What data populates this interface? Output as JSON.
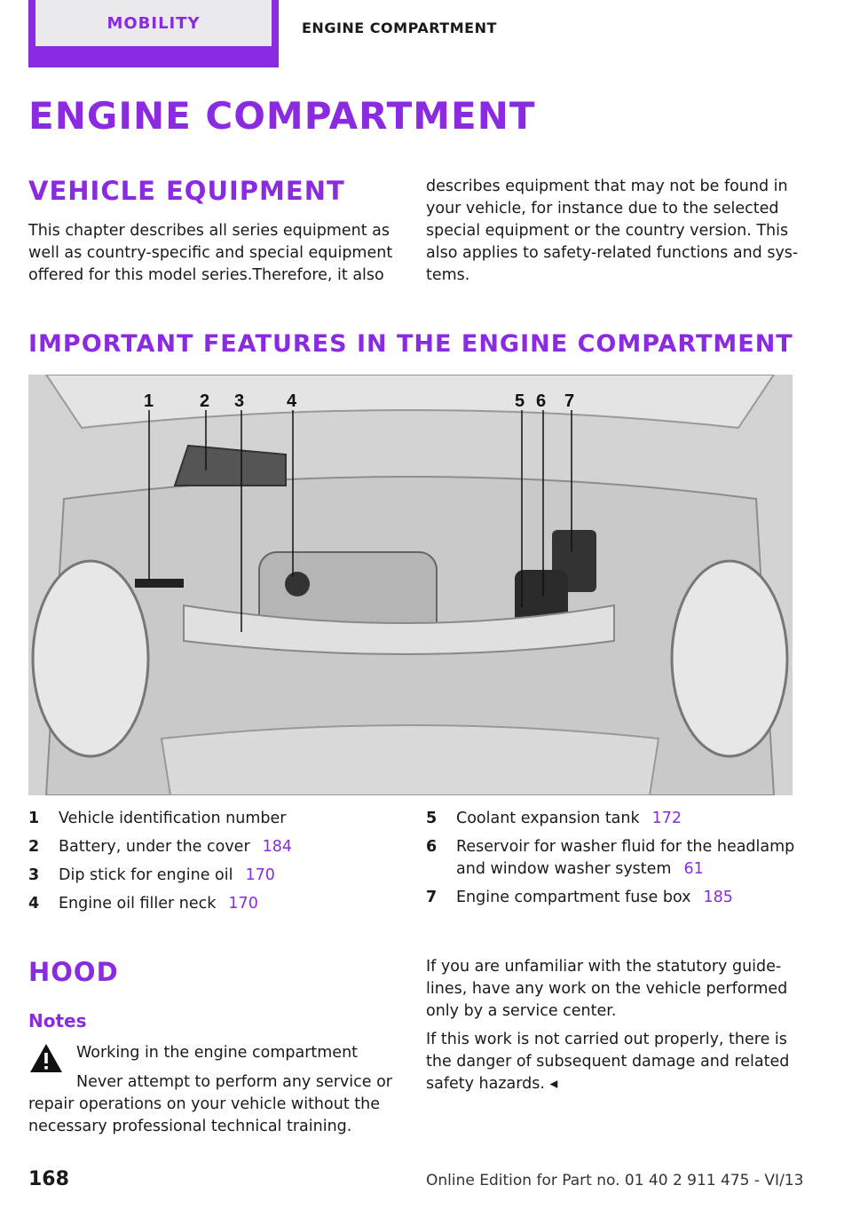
{
  "header": {
    "tab_label": "MOBILITY",
    "section": "ENGINE COMPARTMENT"
  },
  "title": "ENGINE COMPARTMENT",
  "vehicle_equipment": {
    "heading": "VEHICLE EQUIPMENT",
    "lines_left": [
      "This chapter describes all series equipment as",
      "well as country-specific and special equipment",
      "offered for this model series.Therefore, it also"
    ],
    "lines_right": [
      "describes equipment that may not be found in",
      "your vehicle, for instance due to the selected",
      "special equipment or the country version. This",
      "also applies to safety-related functions and sys-",
      "tems."
    ]
  },
  "features": {
    "heading": "IMPORTANT FEATURES IN THE ENGINE COMPARTMENT",
    "callouts": [
      "1",
      "2",
      "3",
      "4",
      "5",
      "6",
      "7"
    ],
    "items_left": [
      {
        "num": "1",
        "text": "Vehicle identification number",
        "ref": ""
      },
      {
        "num": "2",
        "text": "Battery, under the cover",
        "ref": "184"
      },
      {
        "num": "3",
        "text": "Dip stick for engine oil",
        "ref": "170"
      },
      {
        "num": "4",
        "text": "Engine oil filler neck",
        "ref": "170"
      }
    ],
    "items_right": [
      {
        "num": "5",
        "text": "Coolant expansion tank",
        "ref": "172"
      },
      {
        "num": "6",
        "text": "Reservoir for washer fluid for the headlamp",
        "text2": "and window washer system",
        "ref": "61"
      },
      {
        "num": "7",
        "text": "Engine compartment fuse box",
        "ref": "185"
      }
    ]
  },
  "hood": {
    "heading": "HOOD",
    "notes_heading": "Notes",
    "warning_title": "Working in the engine compartment",
    "warning_line1": "Never attempt to perform any service or",
    "warning_line2": "repair operations on your vehicle without the",
    "warning_line3": "necessary professional technical training.",
    "right_lines_1": [
      "If you are unfamiliar with the statutory guide-",
      "lines, have any work on the vehicle performed",
      "only by a service center."
    ],
    "right_lines_2": [
      "If this work is not carried out properly, there is",
      "the danger of subsequent damage and related",
      "safety hazards. ◂"
    ]
  },
  "footer": {
    "page_number": "168",
    "edition": "Online Edition for Part no. 01 40 2 911 475 - VI/13"
  },
  "colors": {
    "accent": "#8a2be2",
    "tab_bg": "#e9e9ee",
    "photo_bg": "#d3d3d3"
  }
}
